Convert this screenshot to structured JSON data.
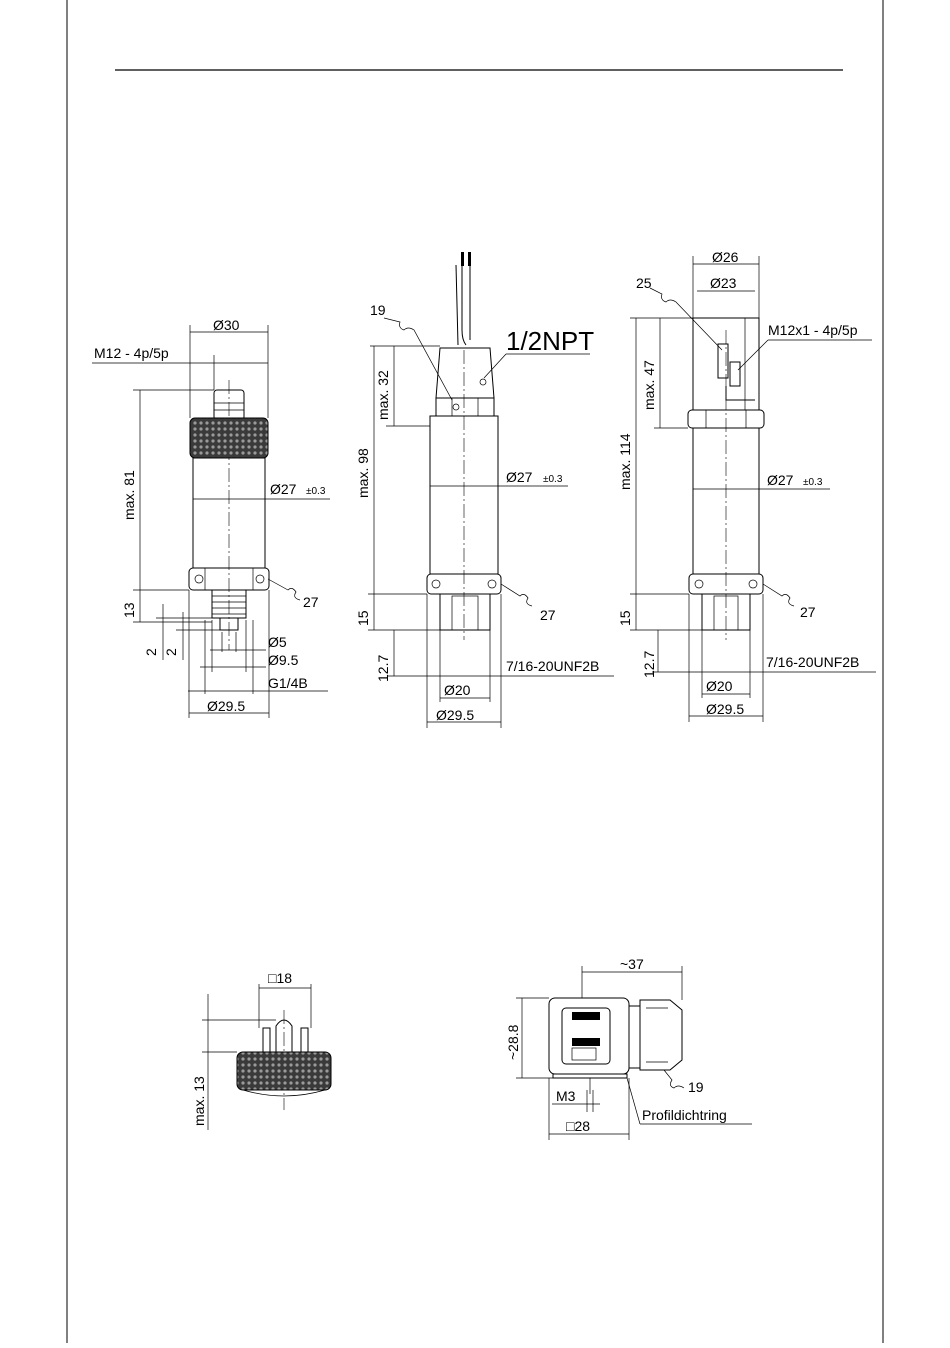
{
  "drawing1": {
    "dia30": "Ø30",
    "conn": "M12 - 4p/5p",
    "max81": "max. 81",
    "dia27": "Ø27",
    "tol": "±0.3",
    "wrench": "27",
    "d13": "13",
    "d2a": "2",
    "d2b": "2",
    "dia5": "Ø5",
    "dia95": "Ø9.5",
    "g14": "G1/4B",
    "dia295": "Ø29.5"
  },
  "drawing2": {
    "wrench19": "19",
    "npt": "1/2NPT",
    "max32": "max. 32",
    "max98": "max. 98",
    "dia27": "Ø27",
    "tol": "±0.3",
    "d15": "15",
    "wrench27": "27",
    "d127": "12.7",
    "unf": "7/16-20UNF2B",
    "dia20": "Ø20",
    "dia295": "Ø29.5"
  },
  "drawing3": {
    "dia26": "Ø26",
    "n25": "25",
    "dia23": "Ø23",
    "conn": "M12x1 - 4p/5p",
    "max47": "max. 47",
    "max114": "max. 114",
    "dia27": "Ø27",
    "tol": "±0.3",
    "d15": "15",
    "wrench27": "27",
    "d127": "12.7",
    "unf": "7/16-20UNF2B",
    "dia20": "Ø20",
    "dia295": "Ø29.5"
  },
  "drawing4": {
    "sq18": "□18",
    "max13": "max. 13"
  },
  "drawing5": {
    "d37": "~37",
    "d288": "~28.8",
    "wrench19": "19",
    "m3": "M3",
    "profil": "Profildichtring",
    "sq28": "□28"
  }
}
